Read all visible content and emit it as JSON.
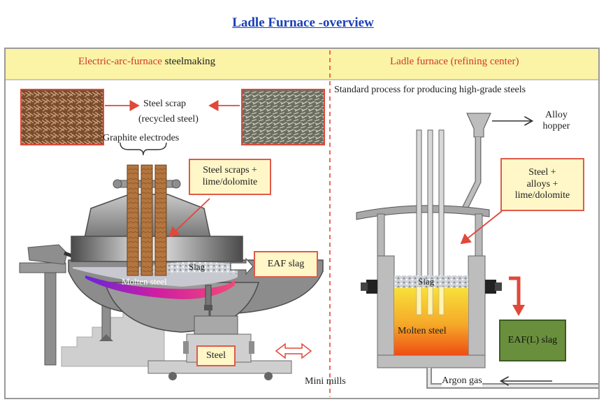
{
  "page": {
    "title": "Ladle Furnace -overview"
  },
  "left_section": {
    "header_red": "Electric-arc-furnace",
    "header_black": " steelmaking",
    "scrap_label_line1": "Steel scrap",
    "scrap_label_line2": "(recycled steel)",
    "electrodes_label": "Graphite electrodes",
    "scraps_box_line1": "Steel scraps +",
    "scraps_box_line2": "lime/dolomite",
    "slag_label": "Slag",
    "molten_label": "Molten steel",
    "eaf_slag_box": "EAF slag",
    "steel_box": "Steel",
    "mini_mills": "Mini mills"
  },
  "right_section": {
    "header": "Ladle furnace (refining center)",
    "subtitle": "Standard process for producing high-grade steels",
    "alloy_hopper_line1": "Alloy",
    "alloy_hopper_line2": "hopper",
    "alloys_box_line1": "Steel +",
    "alloys_box_line2": "alloys +",
    "alloys_box_line3": "lime/dolomite",
    "slag_label": "Slag",
    "molten_label": "Molten steel",
    "eafl_slag_box": "EAF(L) slag",
    "argon_label": "Argon gas"
  },
  "colors": {
    "header_band": "#fbf3a6",
    "divider": "#e0483a",
    "arrow_red": "#e0483a",
    "furnace_gray": "#8e8e8e",
    "electrode_brown": "#b4753e",
    "molten_magenta": "#d21fa0",
    "ladle_yellow": "#f6d733",
    "ladle_orange": "#f07a1c",
    "eafl_green": "#6a8f3c"
  }
}
